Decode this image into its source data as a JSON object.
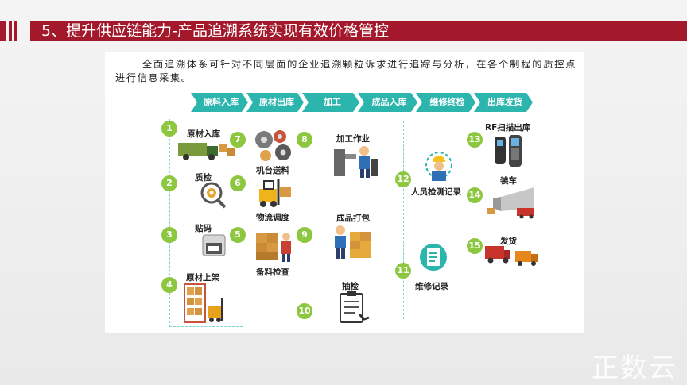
{
  "header": {
    "title": "5、提升供应链能力-产品追溯系统实现有效价格管控"
  },
  "intro": "全面追溯体系可针对不同层面的企业追溯颗粒诉求进行追踪与分析，在各个制程的质控点进行信息采集。",
  "stages": [
    "原料入库",
    "原材出库",
    "加工",
    "成品入库",
    "维修终检",
    "出库发货"
  ],
  "steps": [
    {
      "num": "1",
      "label": "原材入库"
    },
    {
      "num": "2",
      "label": "质检"
    },
    {
      "num": "3",
      "label": "贴码"
    },
    {
      "num": "4",
      "label": "原材上架"
    },
    {
      "num": "5",
      "label": "备料检查"
    },
    {
      "num": "6",
      "label": "物流调度"
    },
    {
      "num": "7",
      "label": "机台送料"
    },
    {
      "num": "8",
      "label": "加工作业"
    },
    {
      "num": "9",
      "label": "成品打包"
    },
    {
      "num": "10",
      "label": "抽检"
    },
    {
      "num": "11",
      "label": "维修记录"
    },
    {
      "num": "12",
      "label": "人员检测记录"
    },
    {
      "num": "13",
      "label": "RF扫描出库"
    },
    {
      "num": "14",
      "label": "装车"
    },
    {
      "num": "15",
      "label": "发货"
    }
  ],
  "watermark": "正数云",
  "colors": {
    "brand": "#a3182a",
    "stage": "#2bb5ad",
    "step": "#8cc73f",
    "flow": "#7fd3d0"
  }
}
